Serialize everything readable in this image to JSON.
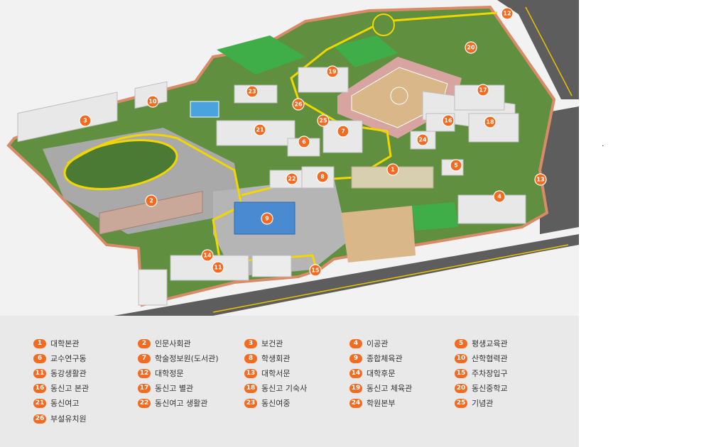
{
  "map": {
    "colors": {
      "marker": "#f36a21",
      "grass": "#5f8f3f",
      "field": "#3fae49",
      "track": "#d8a4a0",
      "sand": "#d9b789",
      "road": "#5d5d5d",
      "pathway": "#f2d600",
      "building": "#e8e8e8",
      "wall": "#d98b68"
    },
    "markers": [
      {
        "number": "1"
      },
      {
        "number": "2"
      },
      {
        "number": "3"
      },
      {
        "number": "4"
      },
      {
        "number": "5"
      },
      {
        "number": "6"
      },
      {
        "number": "7"
      },
      {
        "number": "8"
      },
      {
        "number": "9"
      },
      {
        "number": "10"
      },
      {
        "number": "11"
      },
      {
        "number": "12"
      },
      {
        "number": "13"
      },
      {
        "number": "14"
      },
      {
        "number": "15"
      },
      {
        "number": "16"
      },
      {
        "number": "17"
      },
      {
        "number": "18"
      },
      {
        "number": "19"
      },
      {
        "number": "20"
      },
      {
        "number": "21"
      },
      {
        "number": "22"
      },
      {
        "number": "23"
      },
      {
        "number": "24"
      },
      {
        "number": "25"
      },
      {
        "number": "26"
      }
    ]
  },
  "legend": {
    "items": [
      {
        "number": "1",
        "label": "대학본관"
      },
      {
        "number": "2",
        "label": "인문사회관"
      },
      {
        "number": "3",
        "label": "보건관"
      },
      {
        "number": "4",
        "label": "이공관"
      },
      {
        "number": "5",
        "label": "평생교육관"
      },
      {
        "number": "6",
        "label": "교수연구동"
      },
      {
        "number": "7",
        "label": "학술정보원(도서관)"
      },
      {
        "number": "8",
        "label": "학생회관"
      },
      {
        "number": "9",
        "label": "종합체육관"
      },
      {
        "number": "10",
        "label": "산학협력관"
      },
      {
        "number": "11",
        "label": "동강생활관"
      },
      {
        "number": "12",
        "label": "대학정문"
      },
      {
        "number": "13",
        "label": "대학서문"
      },
      {
        "number": "14",
        "label": "대학후문"
      },
      {
        "number": "15",
        "label": "주차장입구"
      },
      {
        "number": "16",
        "label": "동신고 본관"
      },
      {
        "number": "17",
        "label": "동신고 별관"
      },
      {
        "number": "18",
        "label": "동신고 기숙사"
      },
      {
        "number": "19",
        "label": "동신고 체육관"
      },
      {
        "number": "20",
        "label": "동신중학교"
      },
      {
        "number": "21",
        "label": "동신여고"
      },
      {
        "number": "22",
        "label": "동신여고 생활관"
      },
      {
        "number": "23",
        "label": "동신여중"
      },
      {
        "number": "24",
        "label": "학원본부"
      },
      {
        "number": "25",
        "label": "기념관"
      },
      {
        "number": "26",
        "label": "부설유치원"
      }
    ]
  },
  "side_note": "."
}
